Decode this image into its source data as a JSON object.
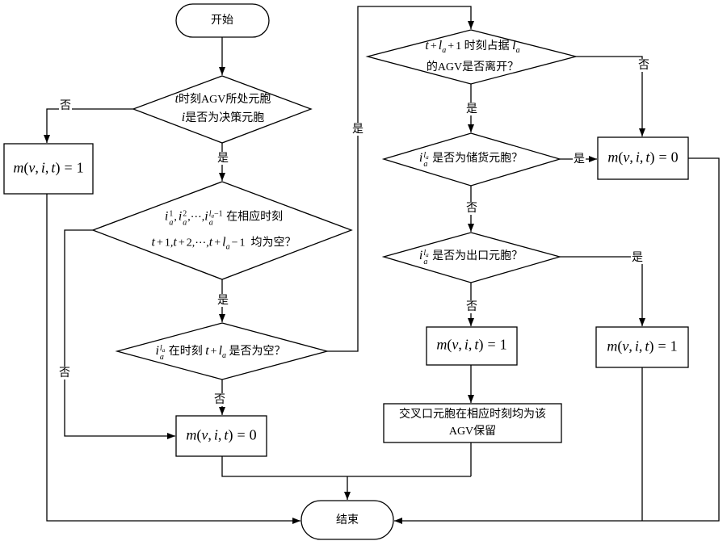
{
  "terminals": {
    "start": "开始",
    "end": "结束"
  },
  "decisions": {
    "d1": {
      "lines": [
        [
          {
            "v": "t"
          },
          {
            "t": "时刻AGV所处元胞"
          }
        ],
        [
          {
            "v": "i"
          },
          {
            "t": "是否为决策元胞"
          }
        ]
      ]
    },
    "d2": {
      "lines": [
        [
          {
            "v": "i"
          },
          {
            "up": [
              {
                "t": "1"
              }
            ],
            "dn": [
              {
                "v": "a"
              }
            ]
          },
          {
            "t": ","
          },
          {
            "v": "i"
          },
          {
            "up": [
              {
                "t": "2"
              }
            ],
            "dn": [
              {
                "v": "a"
              }
            ]
          },
          {
            "t": ",⋯,"
          },
          {
            "v": "i"
          },
          {
            "up": [
              {
                "v": "l"
              },
              {
                "vs": "a"
              },
              {
                "t": "−1"
              }
            ],
            "dn": [
              {
                "v": "a"
              }
            ]
          },
          {
            "t": " 在相应时刻"
          }
        ],
        [
          {
            "v": "t"
          },
          {
            "t": "+"
          },
          {
            "t": "1,"
          },
          {
            "v": "t"
          },
          {
            "t": "+"
          },
          {
            "t": "2,⋯,"
          },
          {
            "v": "t"
          },
          {
            "t": "+"
          },
          {
            "v": "l"
          },
          {
            "vs": "a"
          },
          {
            "t": "−"
          },
          {
            "t": "1"
          },
          {
            "t": "  均为空？"
          }
        ]
      ]
    },
    "d3": {
      "lines": [
        [
          {
            "v": "i"
          },
          {
            "up": [
              {
                "v": "l"
              },
              {
                "vs": "a"
              }
            ],
            "dn": [
              {
                "v": "a"
              }
            ]
          },
          {
            "t": " 在时刻 "
          },
          {
            "v": "t"
          },
          {
            "t": "+"
          },
          {
            "v": "l"
          },
          {
            "vs": "a"
          },
          {
            "t": " 是否为空？"
          }
        ]
      ]
    },
    "d4": {
      "lines": [
        [
          {
            "v": "t"
          },
          {
            "t": "+"
          },
          {
            "v": "l"
          },
          {
            "vs": "a"
          },
          {
            "t": "+"
          },
          {
            "t": "1"
          },
          {
            "t": " 时刻占据 "
          },
          {
            "v": "l"
          },
          {
            "vs": "a"
          }
        ],
        [
          {
            "t": "的AGV是否离开？"
          }
        ]
      ]
    },
    "d5": {
      "lines": [
        [
          {
            "v": "i"
          },
          {
            "up": [
              {
                "v": "l"
              },
              {
                "vs": "a"
              }
            ],
            "dn": [
              {
                "v": "a"
              }
            ]
          },
          {
            "t": " 是否为储货元胞？"
          }
        ]
      ]
    },
    "d6": {
      "lines": [
        [
          {
            "v": "i"
          },
          {
            "up": [
              {
                "v": "l"
              },
              {
                "vs": "a"
              }
            ],
            "dn": [
              {
                "v": "a"
              }
            ]
          },
          {
            "t": " 是否为出口元胞？"
          }
        ]
      ]
    }
  },
  "processes": {
    "p1": {
      "lines": [
        [
          {
            "v": "m"
          },
          {
            "t": "("
          },
          {
            "v": "v"
          },
          {
            "t": ","
          },
          {
            "v": "i"
          },
          {
            "t": ","
          },
          {
            "v": "t"
          },
          {
            "t": ")"
          },
          {
            "t": "="
          },
          {
            "t": "1"
          }
        ]
      ]
    },
    "p2": {
      "lines": [
        [
          {
            "v": "m"
          },
          {
            "t": "("
          },
          {
            "v": "v"
          },
          {
            "t": ","
          },
          {
            "v": "i"
          },
          {
            "t": ","
          },
          {
            "v": "t"
          },
          {
            "t": ")"
          },
          {
            "t": "="
          },
          {
            "t": "0"
          }
        ]
      ]
    },
    "p3": {
      "lines": [
        [
          {
            "v": "m"
          },
          {
            "t": "("
          },
          {
            "v": "v"
          },
          {
            "t": ","
          },
          {
            "v": "i"
          },
          {
            "t": ","
          },
          {
            "v": "t"
          },
          {
            "t": ")"
          },
          {
            "t": "="
          },
          {
            "t": "0"
          }
        ]
      ]
    },
    "p4": {
      "lines": [
        [
          {
            "v": "m"
          },
          {
            "t": "("
          },
          {
            "v": "v"
          },
          {
            "t": ","
          },
          {
            "v": "i"
          },
          {
            "t": ","
          },
          {
            "v": "t"
          },
          {
            "t": ")"
          },
          {
            "t": "="
          },
          {
            "t": "1"
          }
        ]
      ]
    },
    "p5": {
      "lines": [
        [
          {
            "t": "交叉口元胞在相应时刻均为该"
          }
        ],
        [
          {
            "t": "AGV保留"
          }
        ]
      ]
    },
    "p6": {
      "lines": [
        [
          {
            "v": "m"
          },
          {
            "t": "("
          },
          {
            "v": "v"
          },
          {
            "t": ","
          },
          {
            "v": "i"
          },
          {
            "t": ","
          },
          {
            "v": "t"
          },
          {
            "t": ")"
          },
          {
            "t": "="
          },
          {
            "t": "1"
          }
        ]
      ]
    }
  },
  "edge_labels": {
    "d1_no": "否",
    "d1_yes": "是",
    "d2_no": "否",
    "d2_yes": "是",
    "d3_yes": "是",
    "d3_no": "否",
    "d4_no": "否",
    "d4_yes": "是",
    "d5_yes": "是",
    "d5_no": "否",
    "d6_yes": "是",
    "d6_no": "否"
  }
}
